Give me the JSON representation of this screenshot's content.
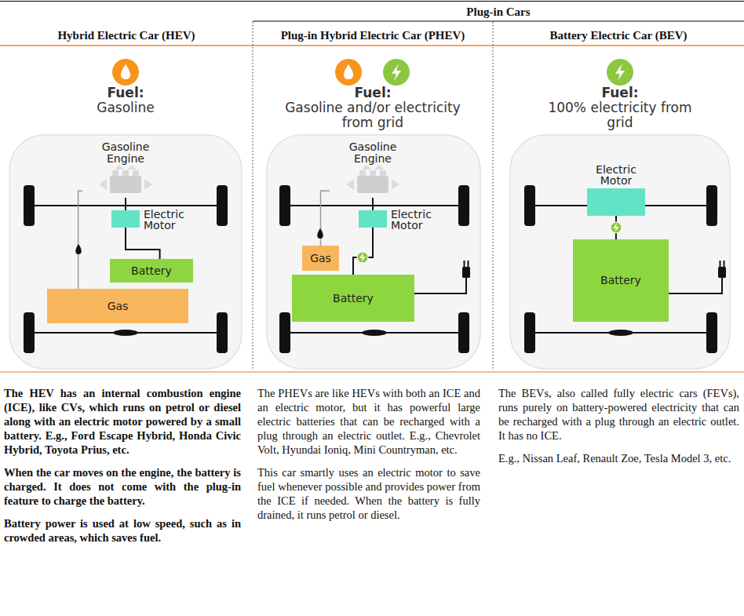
{
  "diagram": {
    "nodes": [
      {
        "text": [
          "Gasoline Engine"
        ]
      },
      {
        "text": [
          "Electric Motor"
        ]
      },
      {
        "text": [
          "Battery"
        ]
      },
      {
        "text": [
          "Gas"
        ]
      },
      {
        "text": [
          "Gasoline Engine"
        ]
      },
      {
        "text": [
          "Electric Motor"
        ]
      },
      {
        "text": [
          "Gas"
        ]
      },
      {
        "text": [
          "Battery"
        ]
      },
      {
        "text": [
          "Electric Motor"
        ]
      },
      {
        "text": [
          "Battery"
        ]
      }
    ],
    "edges": [
      {
        "from": 0,
        "to": 1,
        "arrow": "none"
      },
      {
        "from": 1,
        "to": 2,
        "arrow": "none"
      },
      {
        "from": 3,
        "to": 0,
        "arrow": "none"
      },
      {
        "from": 4,
        "to": 5,
        "arrow": "none"
      },
      {
        "from": 5,
        "to": 7,
        "arrow": "none"
      },
      {
        "from": 6,
        "to": 4,
        "arrow": "none"
      },
      {
        "from": 8,
        "to": 9,
        "arrow": "none"
      }
    ],
    "labels": [
      "Plug-in Cars",
      "Hybrid Electric Car (HEV)",
      "Plug-in Hybrid Electric Car (PHEV)",
      "Battery Electric Car (BEV)",
      "Fuel:",
      "Gasoline",
      "Fuel:",
      "Gasoline and/or electricity from grid",
      "Fuel:",
      "100% electricity from grid",
      "The HEV has an internal combustion engine (ICE), like CVs, which runs on petrol or diesel along with an electric motor powered by a small battery. E.g., Ford Escape Hybrid, Honda Civic Hybrid, Toyota Prius, etc.",
      "When the car moves on the engine, the battery is charged. It does not come with the plug-in feature to charge the battery.",
      "Battery power is used at low speed, such as in crowded areas, which saves fuel.",
      "The PHEVs are like HEVs with both an ICE and an electric motor, but it has powerful large electric batteries that can be recharged with a plug through an electric outlet. E.g., Chevrolet Volt, Hyundai Ioniq, Mini Countryman, etc.",
      "This car smartly uses an electric motor to save fuel whenever possible and provides power from the ICE if needed. When the battery is fully drained, it runs petrol or diesel.",
      "The BEVs, also called fully electric cars (FEVs), runs purely on battery-powered electricity that can be recharged with a plug through an electric outlet. It has no ICE.",
      "E.g., Nissan Leaf, Renault Zoe, Tesla Model 3, etc."
    ]
  }
}
